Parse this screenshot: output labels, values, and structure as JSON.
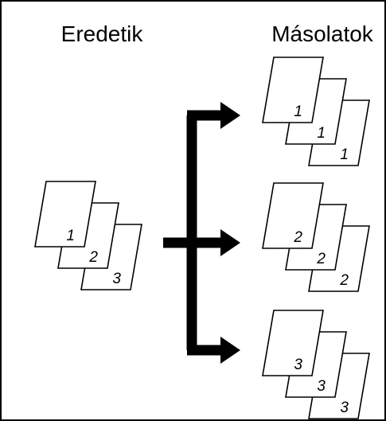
{
  "headings": {
    "originals": "Eredetik",
    "copies": "Másolatok"
  },
  "originals_stack": [
    "1",
    "2",
    "3"
  ],
  "copy_sets": [
    [
      "1",
      "1",
      "1"
    ],
    [
      "2",
      "2",
      "2"
    ],
    [
      "3",
      "3",
      "3"
    ]
  ],
  "colors": {
    "ink": "#000000",
    "paper": "#ffffff"
  }
}
